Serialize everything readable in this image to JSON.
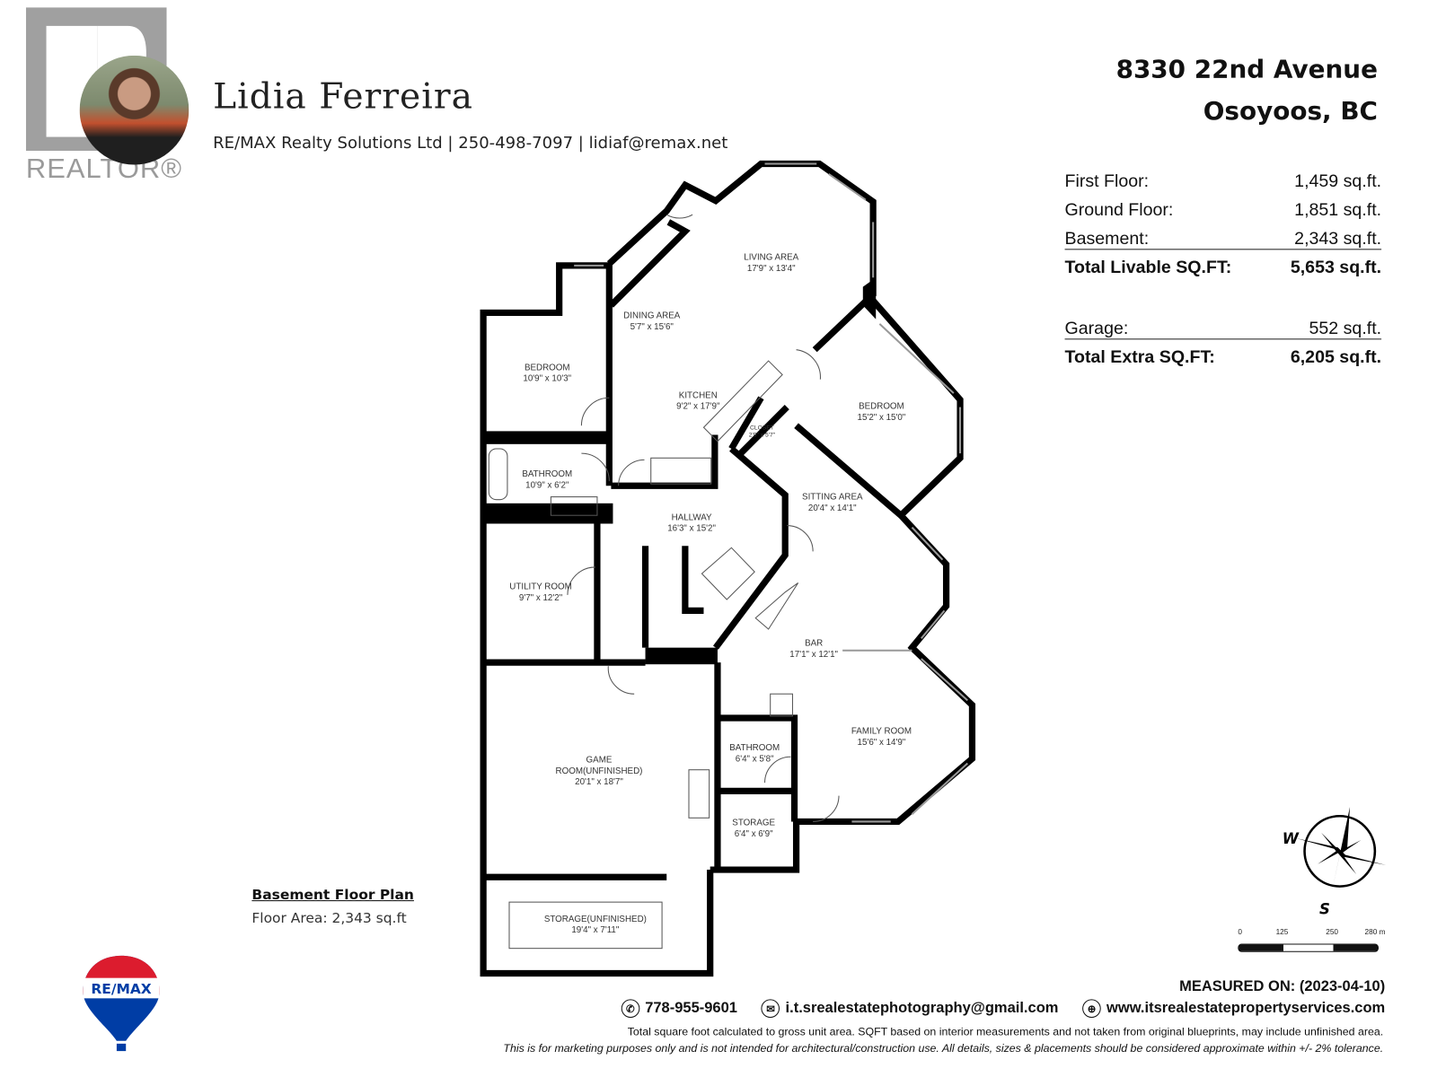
{
  "agent": {
    "name": "Lidia Ferreira",
    "info": "RE/MAX Realty Solutions Ltd | 250-498-7097 | lidiaf@remax.net",
    "realtor_logo_text": "REALTOR®",
    "brokerage_logo_text": "RE/MAX"
  },
  "property": {
    "address_line1": "8330 22nd Avenue",
    "address_line2": "Osoyoos, BC"
  },
  "areas": [
    {
      "label": "First Floor:",
      "value": "1,459 sq.ft."
    },
    {
      "label": "Ground Floor:",
      "value": "1,851 sq.ft."
    },
    {
      "label": "Basement:",
      "value": "2,343 sq.ft."
    },
    {
      "label": "Total Livable SQ.FT:",
      "value": "5,653 sq.ft."
    },
    {
      "label": "Garage:",
      "value": "552 sq.ft."
    },
    {
      "label": "Total Extra SQ.FT:",
      "value": "6,205 sq.ft."
    }
  ],
  "plan": {
    "title": "Basement Floor Plan",
    "floor_area": "Floor Area: 2,343 sq.ft",
    "rooms": [
      {
        "name": "LIVING AREA",
        "size": "17'9\" x 13'4\""
      },
      {
        "name": "DINING AREA",
        "size": "5'7\" x 15'6\""
      },
      {
        "name": "BEDROOM",
        "size": "10'9\" x 10'3\""
      },
      {
        "name": "KITCHEN",
        "size": "9'2\" x 17'9\""
      },
      {
        "name": "CLOSET",
        "size": "2'9\" x 5'7\""
      },
      {
        "name": "BEDROOM",
        "size": "15'2\" x 15'0\""
      },
      {
        "name": "BATHROOM",
        "size": "10'9\" x 6'2\""
      },
      {
        "name": "HALLWAY",
        "size": "16'3\" x 15'2\""
      },
      {
        "name": "SITTING AREA",
        "size": "20'4\" x 14'1\""
      },
      {
        "name": "UTILITY ROOM",
        "size": "9'7\" x 12'2\""
      },
      {
        "name": "BAR",
        "size": "17'1\" x 12'1\""
      },
      {
        "name": "FAMILY ROOM",
        "size": "15'6\" x 14'9\""
      },
      {
        "name": "BATHROOM",
        "size": "6'4\" x 5'8\""
      },
      {
        "name": "GAME ROOM(UNFINISHED)",
        "size": "20'1\" x 18'7\""
      },
      {
        "name": "STORAGE",
        "size": "6'4\" x 6'9\""
      },
      {
        "name": "STORAGE(UNFINISHED)",
        "size": "19'4\" x 7'11\""
      }
    ]
  },
  "compass": {
    "west": "W",
    "south": "S"
  },
  "scale_bar": {
    "ticks": [
      "0",
      "125",
      "250",
      "280 m"
    ]
  },
  "footer": {
    "measured_on": "MEASURED ON: (2023-04-10)",
    "phone": "778-955-9601",
    "email": "i.t.srealestatephotography@gmail.com",
    "website": "www.itsrealestatepropertyservices.com",
    "disclaimer1": "Total square foot calculated to gross unit area. SQFT based on interior measurements and not taken from original blueprints, may include unfinished area.",
    "disclaimer2": "This is for marketing purposes only and is not intended for architectural/construction use. All details, sizes & placements should be considered approximate within +/- 2% tolerance."
  },
  "icons": {
    "phone": "phone-icon",
    "email": "envelope-icon",
    "website": "globe-icon"
  },
  "colors": {
    "remax_red": "#dc1c2e",
    "remax_blue": "#003da5",
    "logo_gray": "#9a9a9a"
  }
}
